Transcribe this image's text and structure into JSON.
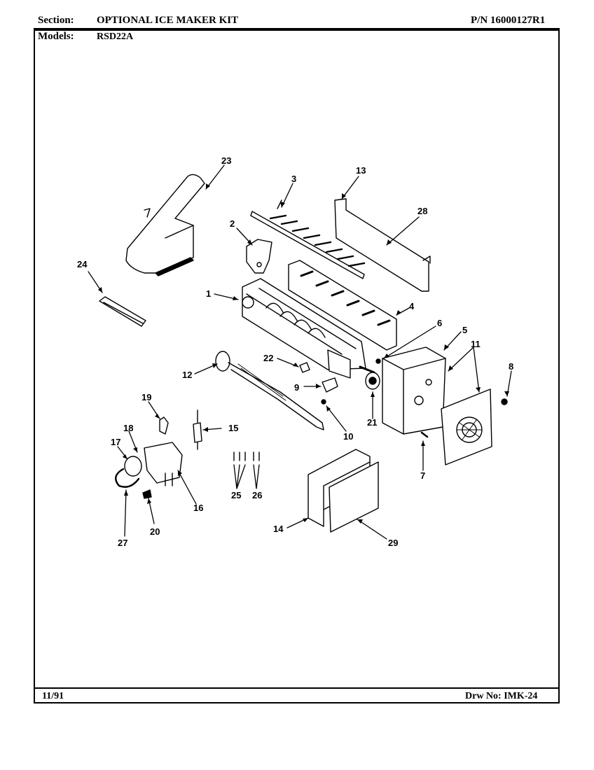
{
  "header": {
    "section_label": "Section:",
    "section_value": "OPTIONAL ICE MAKER KIT",
    "part_number": "P/N 16000127R1",
    "models_label": "Models:",
    "models_value": "RSD22A"
  },
  "footer": {
    "date": "11/91",
    "drawing_number": "Drw No: IMK-24"
  },
  "callouts": {
    "c1": "1",
    "c2": "2",
    "c3": "3",
    "c4": "4",
    "c5": "5",
    "c6": "6",
    "c7": "7",
    "c8": "8",
    "c9": "9",
    "c10": "10",
    "c11": "11",
    "c12": "12",
    "c13": "13",
    "c14": "14",
    "c15": "15",
    "c16": "16",
    "c17": "17",
    "c18": "18",
    "c19": "19",
    "c20": "20",
    "c21": "21",
    "c22": "22",
    "c23": "23",
    "c24": "24",
    "c25": "25",
    "c26": "26",
    "c27": "27",
    "c28": "28",
    "c29": "29"
  }
}
